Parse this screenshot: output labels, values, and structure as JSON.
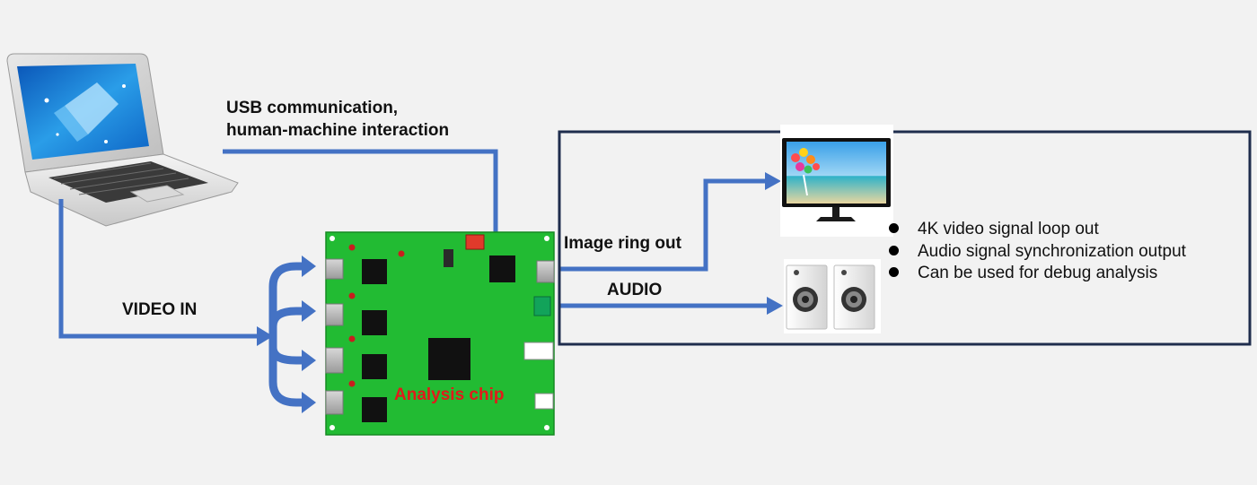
{
  "labels": {
    "usb_line1": "USB communication,",
    "usb_line2": "human-machine interaction",
    "video_in": "VIDEO IN",
    "image_ring_out": "Image ring out",
    "audio": "AUDIO",
    "analysis_chip": "Analysis chip"
  },
  "features": [
    "4K video signal loop out",
    "Audio signal synchronization output",
    "Can be used for debug analysis"
  ],
  "icons": {
    "computer": "laptop-icon",
    "board": "circuit-board-icon",
    "display": "monitor-icon",
    "sound": "speakers-icon"
  },
  "colors": {
    "background": "#f2f2f2",
    "arrow": "#4472c4",
    "board": "#22bb33",
    "output_frame": "#1f2d4d",
    "chip_label": "#e21a1a"
  }
}
